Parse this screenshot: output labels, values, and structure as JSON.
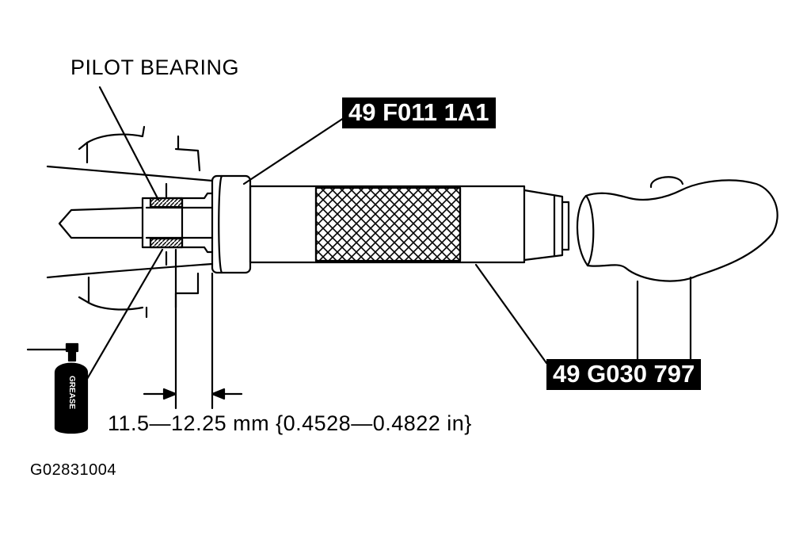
{
  "labels": {
    "pilot_bearing": "PILOT BEARING",
    "tool_installer": "49 F011 1A1",
    "tool_handle": "49 G030 797",
    "dimension": "11.5—12.25 mm {0.4528—0.4822 in}",
    "grease_can": "GREASE",
    "figure_id": "G02831004"
  },
  "colors": {
    "ink": "#000000",
    "paper": "#ffffff",
    "tag_background": "#000000",
    "tag_text": "#ffffff"
  }
}
